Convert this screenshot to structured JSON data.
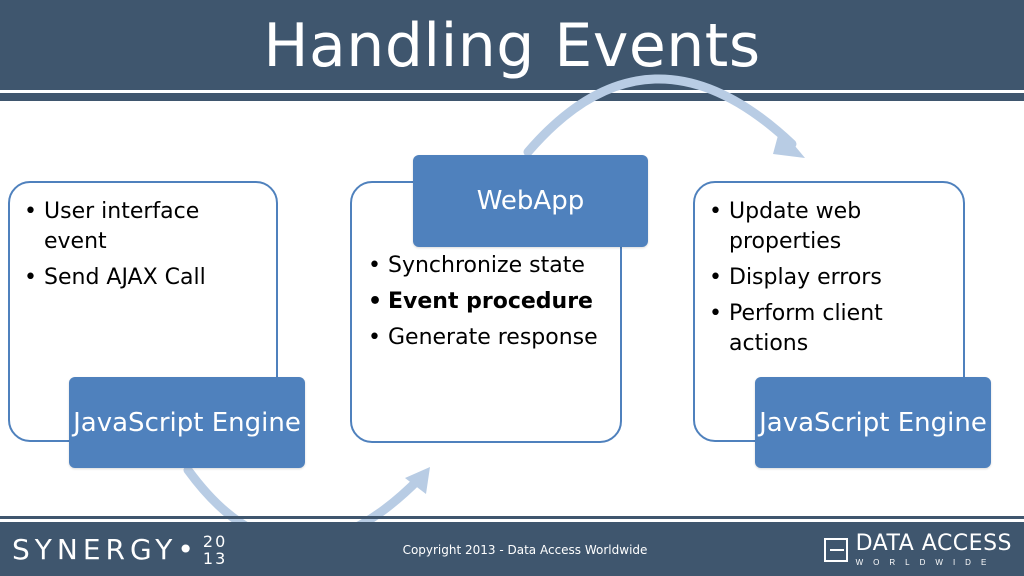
{
  "slide": {
    "title": "Handling Events"
  },
  "colors": {
    "header": "#3f566e",
    "accent": "#4f81bd",
    "arrow": "#b8cce4"
  },
  "left_card": {
    "bullets": [
      "User interface event",
      "Send AJAX Call"
    ],
    "label": "JavaScript Engine"
  },
  "middle_card": {
    "label": "WebApp",
    "bullets": [
      "Synchronize state",
      "Event procedure",
      "Generate response"
    ],
    "bold_index": 1
  },
  "right_card": {
    "bullets": [
      "Update web properties",
      "Display errors",
      "Perform client actions"
    ],
    "label": "JavaScript Engine"
  },
  "footer": {
    "logo_left": "SYNERGY•",
    "logo_year_top": "20",
    "logo_year_bottom": "13",
    "copyright": "Copyright 2013 - Data Access Worldwide",
    "logo_right_main": "DATA ACCESS",
    "logo_right_sub": "WORLDWIDE"
  }
}
